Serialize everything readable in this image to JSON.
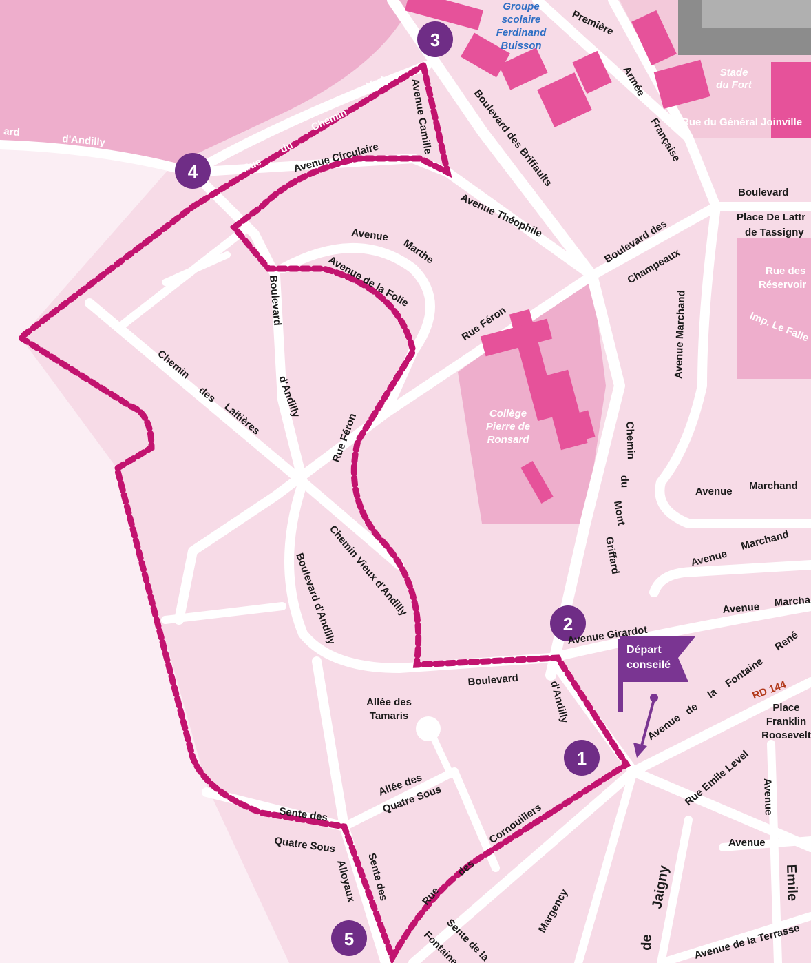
{
  "colors": {
    "background": "#f7dbe7",
    "block_light": "#f3c9da",
    "block_mid": "#eeaecc",
    "building": "#e6529a",
    "road": "#ffffff",
    "route": "#c2136f",
    "marker": "#6f2d86",
    "flag": "#7a3592",
    "arrow": "#7a3592",
    "grey_building": "#8c8c8c"
  },
  "places": {
    "groupe_scolaire": [
      "Groupe",
      "scolaire",
      "Ferdinand",
      "Buisson"
    ],
    "stade": [
      "Stade",
      "du Fort"
    ],
    "college": [
      "Collège",
      "Pierre de",
      "Ronsard"
    ],
    "place_de_lattre": [
      "Place De Lattr",
      "de Tassigny"
    ],
    "rue_reservoirs": [
      "Rue des",
      "Réservoir"
    ],
    "imp_le_fallet": "Imp. Le Falle",
    "place_franklin": [
      "Place",
      "Franklin",
      "Roosevelt"
    ],
    "allee_tamaris": [
      "Allée des",
      "Tamaris"
    ],
    "rd144": "RD 144"
  },
  "streets": {
    "premiere": "Première",
    "armee": "Armée",
    "francaise": "Française",
    "rue_general_joinville": "Rue du Général Joinville",
    "boulevard_top_right": "Boulevard",
    "ard": "ard",
    "d_andilly_top": "d'Andilly",
    "rue": "Rue",
    "du": "du",
    "chemin": "Chemin",
    "vert": "Vert",
    "avenue_camille": "Avenue Camille",
    "avenue_circulaire": "Avenue Circulaire",
    "boulevard_des_briffaults": "Boulevard des Briffaults",
    "avenue_theophile": "Avenue Théophile",
    "boulevard_des": "Boulevard des",
    "champeaux": "Champeaux",
    "avenue_marthe_1": "Avenue",
    "avenue_marthe_2": "Marthe",
    "avenue_de_la_folie": "Avenue de la Folie",
    "rue_feron_1": "Rue Féron",
    "rue_feron_2": "Rue Féron",
    "avenue_marchand_vertical": "Avenue Marchand",
    "chemin_laitieres_1": "Chemin",
    "chemin_laitieres_2": "des",
    "chemin_laitieres_3": "Laitières",
    "boulevard_vertical": "Boulevard",
    "d_andilly_vertical": "d'Andilly",
    "chemin_du_mont_griffard_1": "Chemin",
    "chemin_du_mont_griffard_2": "du",
    "chemin_du_mont_griffard_3": "Mont",
    "chemin_du_mont_griffard_4": "Griffard",
    "avenue_marchand_1a": "Avenue",
    "avenue_marchand_1b": "Marchand",
    "avenue_marchand_2a": "Avenue",
    "avenue_marchand_2b": "Marchand",
    "avenue_marcha_a": "Avenue",
    "avenue_marcha_b": "Marcha",
    "chemin_vieux": "Chemin Vieux d'Andilly",
    "boulevard_d_andilly": "Boulevard d'Andilly",
    "avenue_girardot": "Avenue Girardot",
    "boulevard_bottom": "Boulevard",
    "d_andilly_bottom": "d'Andilly",
    "avenue_fontaine_1": "Avenue",
    "avenue_fontaine_2": "de",
    "avenue_fontaine_3": "la",
    "avenue_fontaine_4": "Fontaine",
    "avenue_fontaine_5": "René",
    "allee_des_quatre_1": "Allée des",
    "allee_des_quatre_2": "Quatre Sous",
    "rue_emile_level": "Rue Emile Level",
    "avenue_vertical": "Avenue",
    "avenue_horizontal": "Avenue",
    "sente_des_quatre_1": "Sente des",
    "sente_des_quatre_2": "Quatre Sous",
    "rue_des_cornouillers_1": "Rue",
    "rue_des_cornouillers_2": "des",
    "rue_des_cornouillers_3": "Cornouillers",
    "alloyaux": "Alloyaux",
    "sente_des": "Sente des",
    "emile": "Emile",
    "de_jaigny_1": "de",
    "de_jaigny_2": "Jaigny",
    "margency": "Margency",
    "sente_de_la": "Sente de la",
    "fontaine": "Fontaine",
    "avenue_de_la_terrasse": "Avenue de la Terrasse"
  },
  "markers": [
    {
      "num": "1"
    },
    {
      "num": "2"
    },
    {
      "num": "3"
    },
    {
      "num": "4"
    },
    {
      "num": "5"
    }
  ],
  "flag": {
    "line1": "Départ",
    "line2": "conseilé"
  }
}
